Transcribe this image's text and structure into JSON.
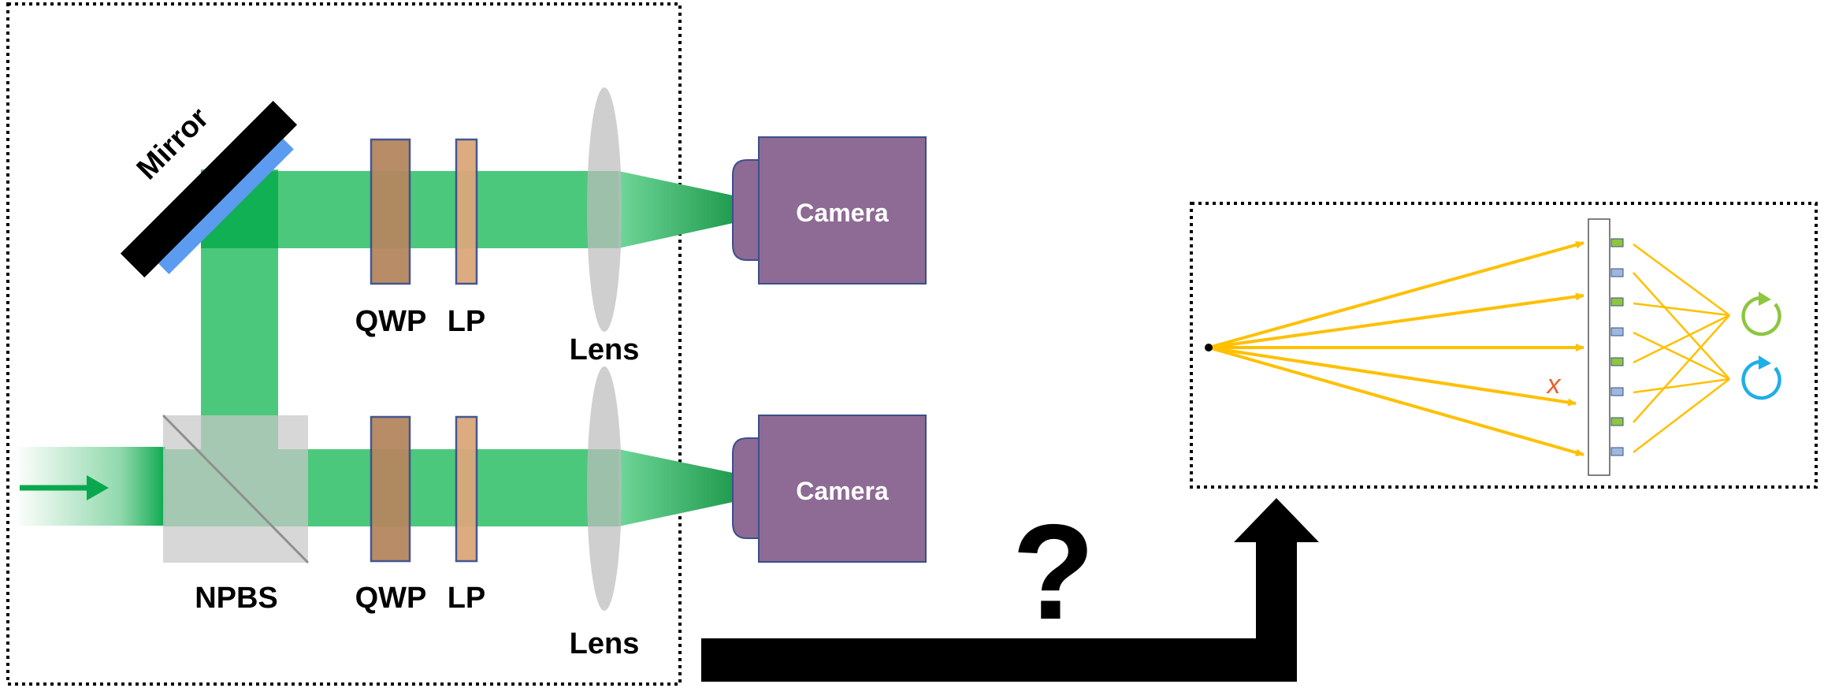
{
  "labels": {
    "mirror": "Mirror",
    "npbs": "NPBS",
    "qwp_top": "QWP",
    "lp_top": "LP",
    "qwp_bottom": "QWP",
    "lp_bottom": "LP",
    "lens_top": "Lens",
    "lens_bottom": "Lens",
    "camera_top": "Camera",
    "camera_bottom": "Camera",
    "question": "?",
    "x_mark": "x"
  },
  "colors": {
    "beam": "#22b35a",
    "beam_dark": "#00a04a",
    "qwp": "#b5865e",
    "lp": "#dba77a",
    "element_border": "#3b4f8c",
    "camera": "#8d6b94",
    "lens": "#bdbdbd",
    "npbs": "#c8c8c8",
    "mirror": "#000000",
    "mirror_coating": "#5b9bf0",
    "ray": "#ffc000",
    "pixel_green": "#8dc63f",
    "pixel_blue": "#9db8dc",
    "circ_green": "#8dc63f",
    "circ_blue": "#1eaee8",
    "x_mark": "#e8612c",
    "arrow": "#000000"
  },
  "icons": {
    "input_arrow": "right-arrow-icon",
    "big_arrow": "elbow-arrow-icon",
    "circ_green": "circular-arrow-icon",
    "circ_blue": "circular-arrow-icon"
  }
}
